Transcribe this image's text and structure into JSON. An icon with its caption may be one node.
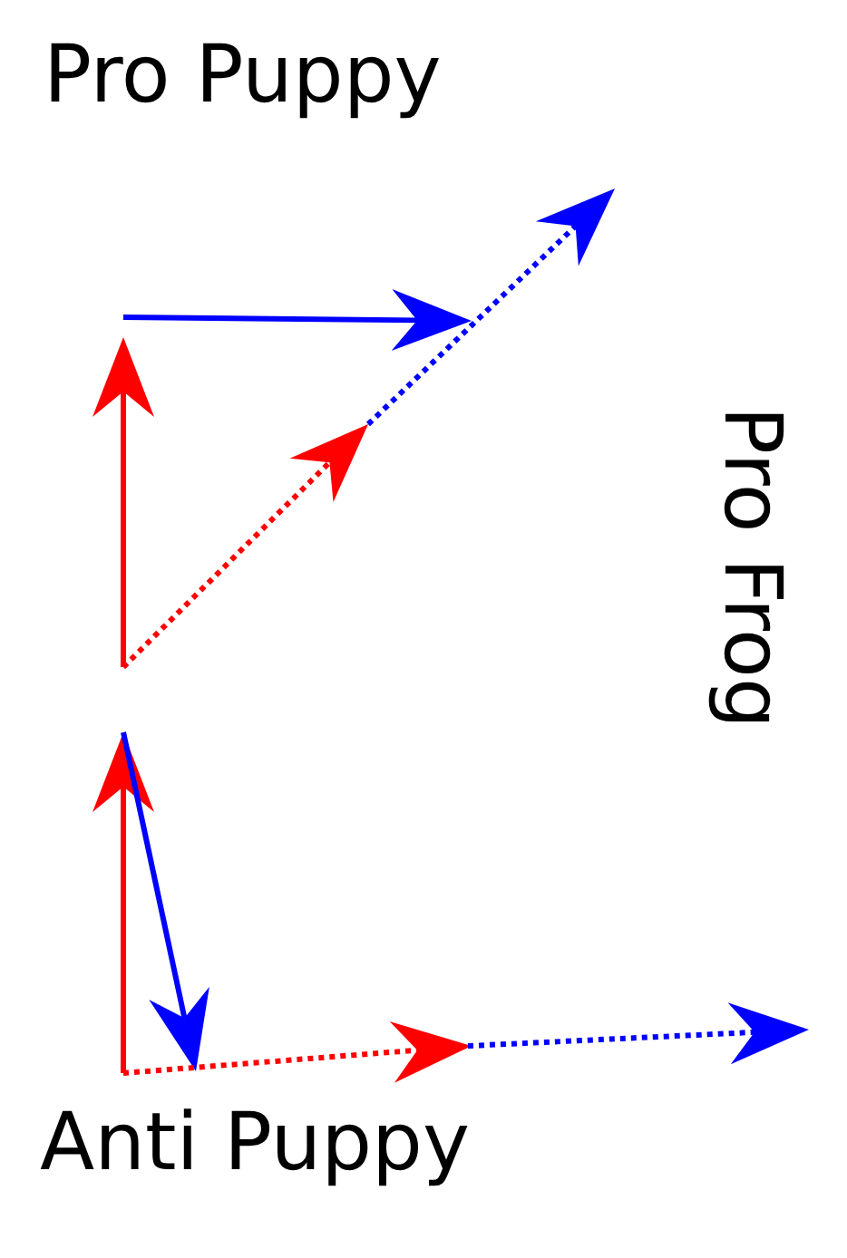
{
  "diagram": {
    "labels": [
      "Pro Puppy",
      "Pro Frog",
      "Anti Puppy"
    ]
  }
}
